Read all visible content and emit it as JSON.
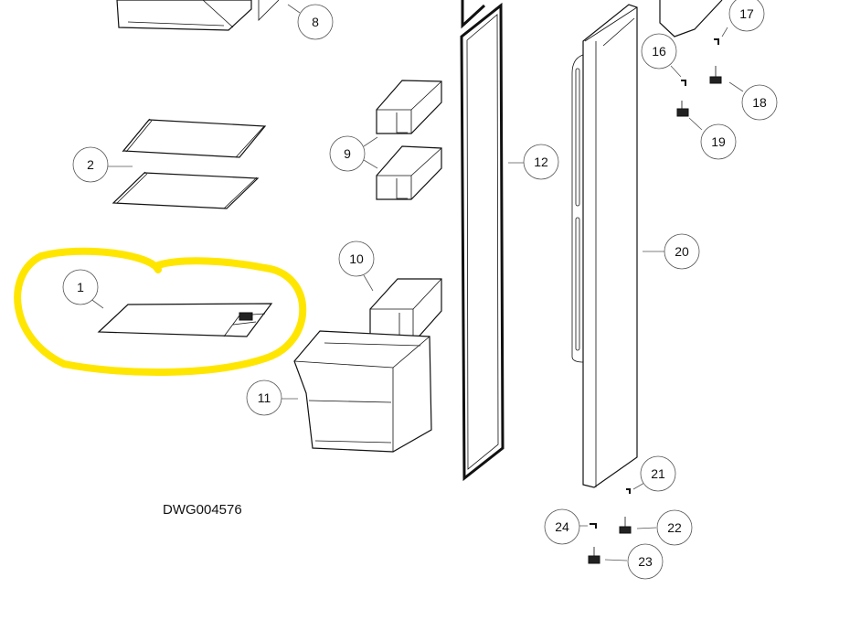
{
  "drawing_number": "DWG004576",
  "highlight_color": "#ffe600",
  "callouts": {
    "c1": "1",
    "c2": "2",
    "c8": "8",
    "c9": "9",
    "c10": "10",
    "c11": "11",
    "c12": "12",
    "c16": "16",
    "c17": "17",
    "c18": "18",
    "c19": "19",
    "c20": "20",
    "c21": "21",
    "c22": "22",
    "c23": "23",
    "c24": "24"
  }
}
